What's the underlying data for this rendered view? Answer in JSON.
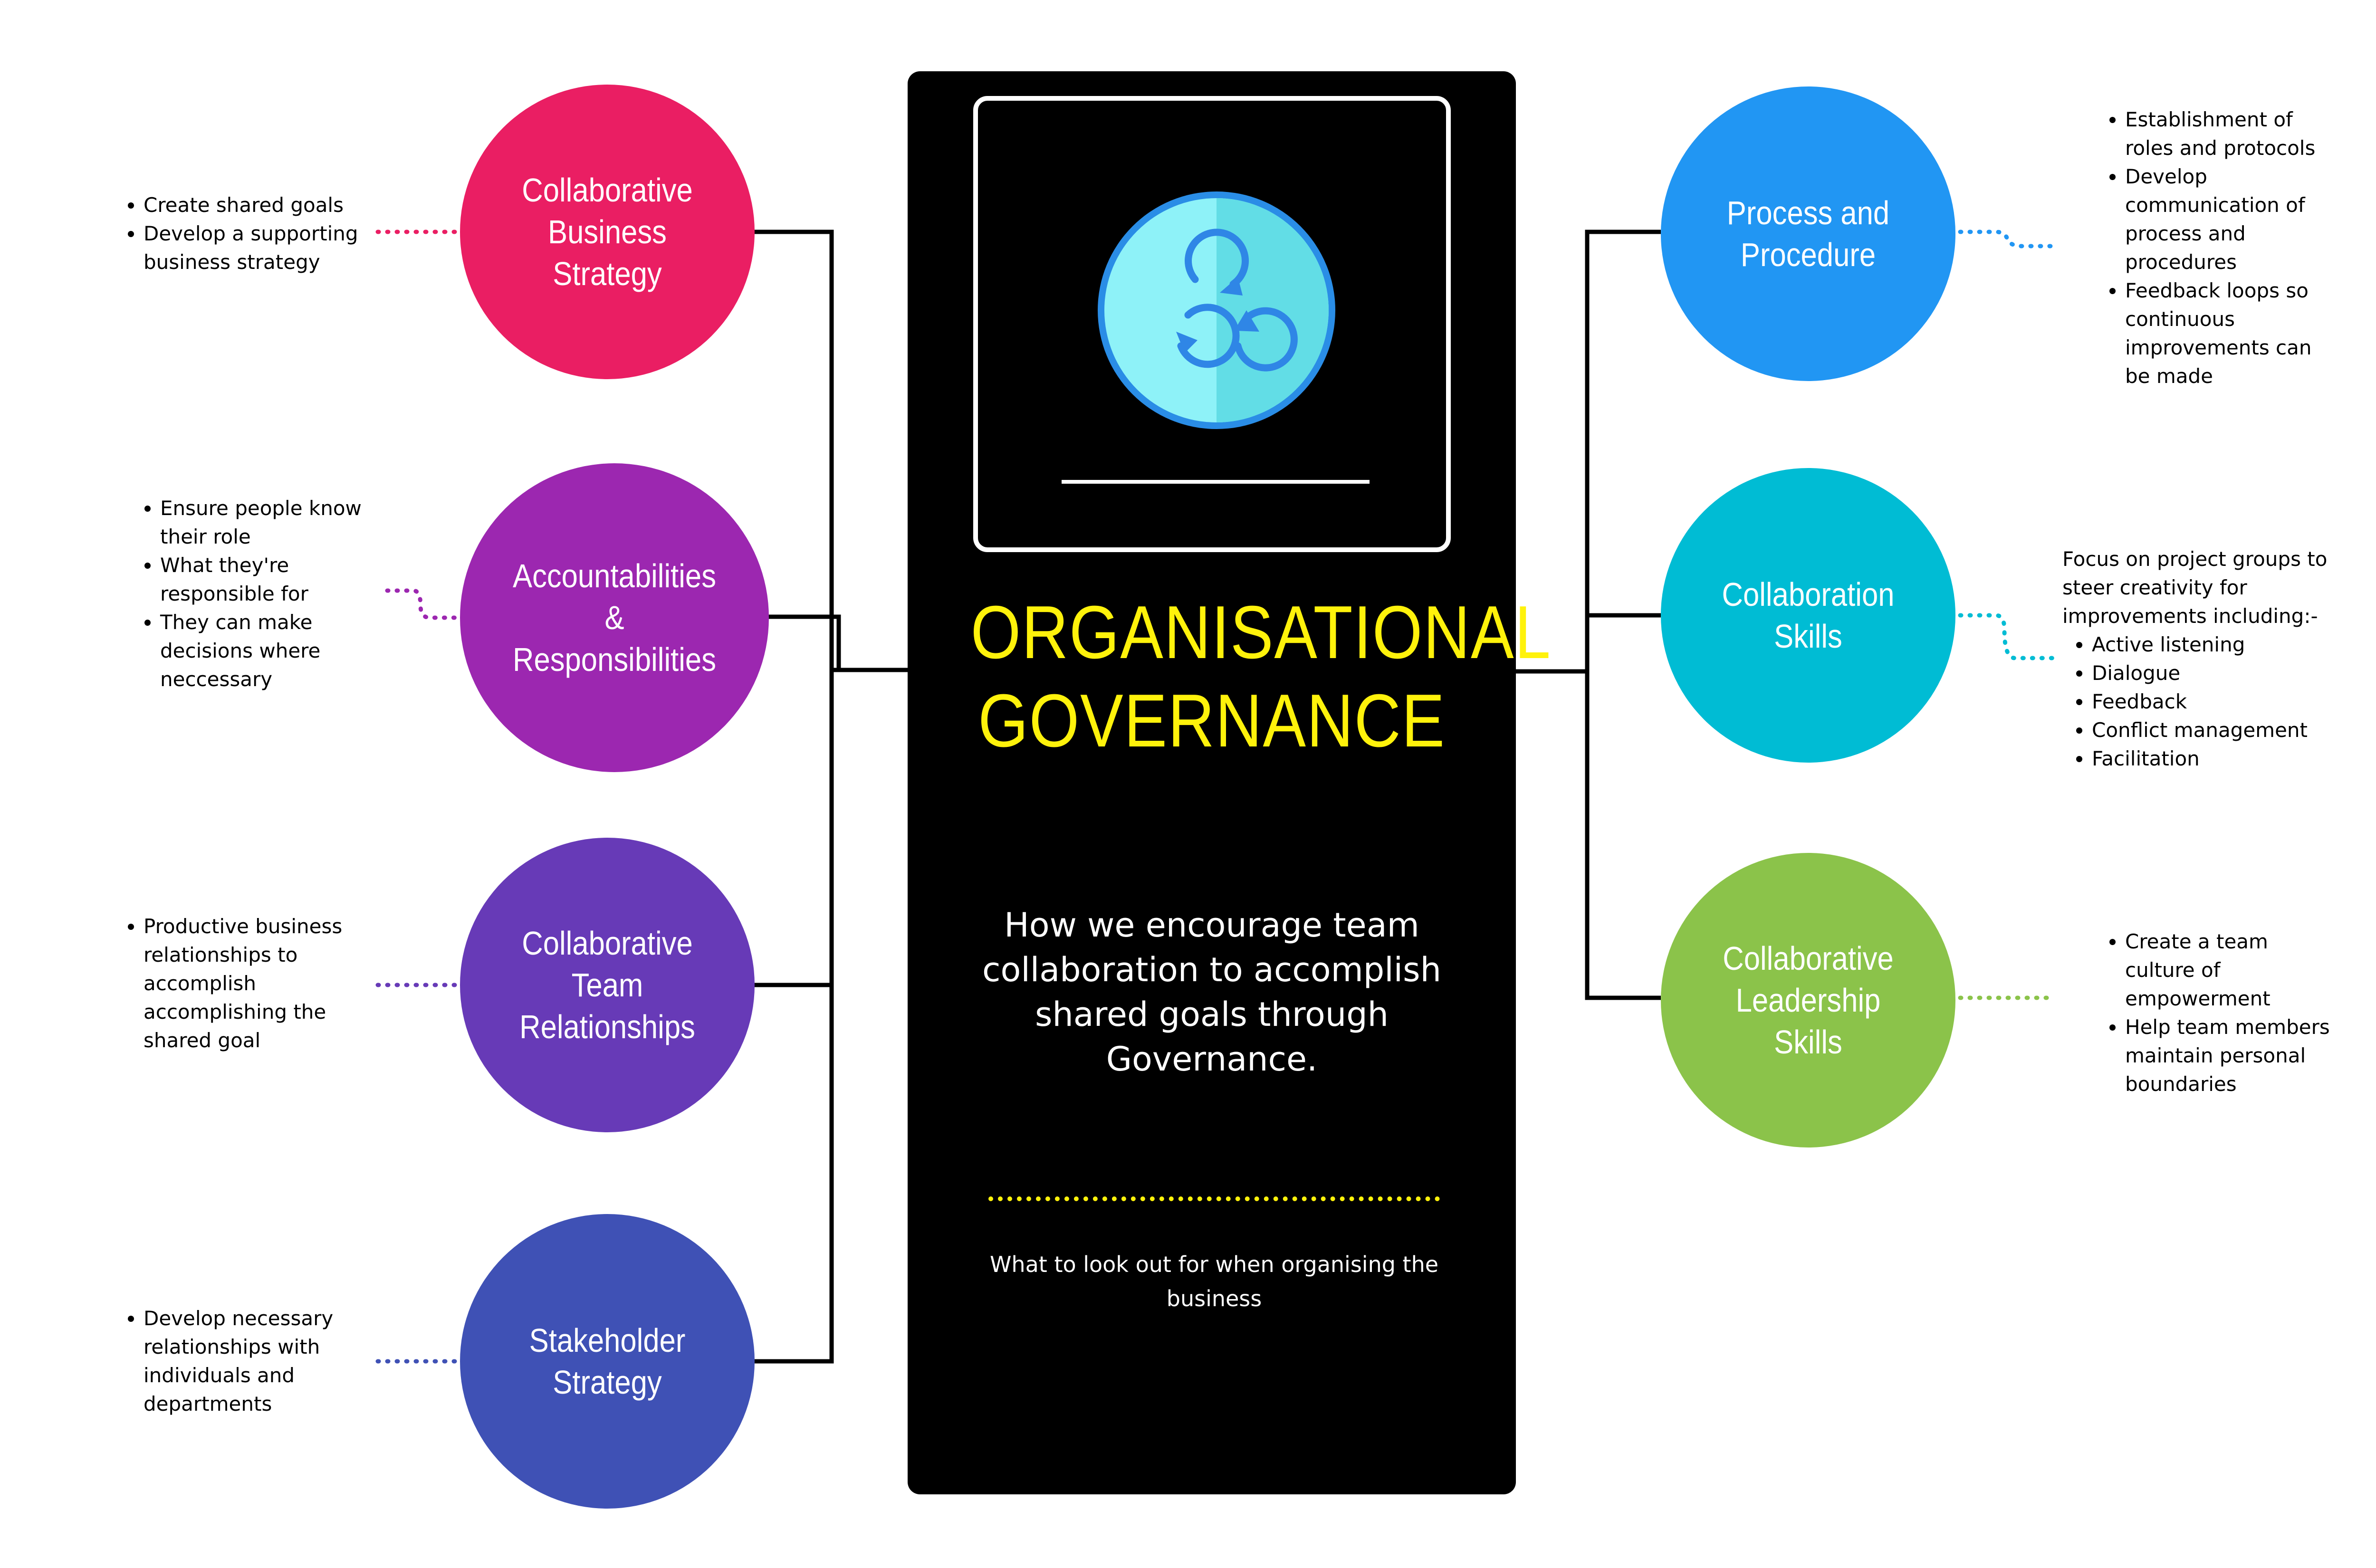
{
  "center": {
    "title_line1": "ORGANISATIONAL",
    "title_line2": "GOVERNANCE",
    "subtitle": "How we encourage team collaboration to accomplish shared goals through Governance.",
    "caption": "What to look out for when organising the business",
    "icon": "cycle-arrows-icon"
  },
  "nodes": [
    {
      "label": "Collaborative\nBusiness\nStrategy",
      "color": "#ea1e63",
      "bullets": [
        "Create shared goals",
        "Develop a supporting business strategy"
      ]
    },
    {
      "label": "Accountabilities\n&\nResponsibilities",
      "color": "#9c27b0",
      "bullets": [
        "Ensure people know their role",
        "What they're responsible for",
        "They can make decisions where neccessary"
      ]
    },
    {
      "label": "Collaborative\nTeam\nRelationships",
      "color": "#673ab7",
      "bullets": [
        "Productive business relationships to accomplish accomplishing the shared goal"
      ]
    },
    {
      "label": "Stakeholder\nStrategy",
      "color": "#3f51b5",
      "bullets": [
        "Develop necessary relationships with individuals and departments"
      ]
    },
    {
      "label": "Process and\nProcedure",
      "color": "#2196f3",
      "bullets": [
        "Establishment of roles and protocols",
        "Develop communication of process and procedures",
        "Feedback loops so continuous improvements can be made"
      ]
    },
    {
      "label": "Collaboration\nSkills",
      "color": "#00bcd4",
      "lead": "Focus on project groups to steer creativity for improvements including:-",
      "bullets": [
        "Active listening",
        "Dialogue",
        "Feedback",
        "Conflict management",
        "Facilitation"
      ]
    },
    {
      "label": "Collaborative\nLeadership\nSkills",
      "color": "#8bc34a",
      "bullets": [
        "Create a team culture of empowerment",
        "Help team members maintain personal boundaries"
      ]
    }
  ],
  "colors": {
    "title": "#fff20b",
    "panel": "#000000",
    "connector": "#000000"
  }
}
